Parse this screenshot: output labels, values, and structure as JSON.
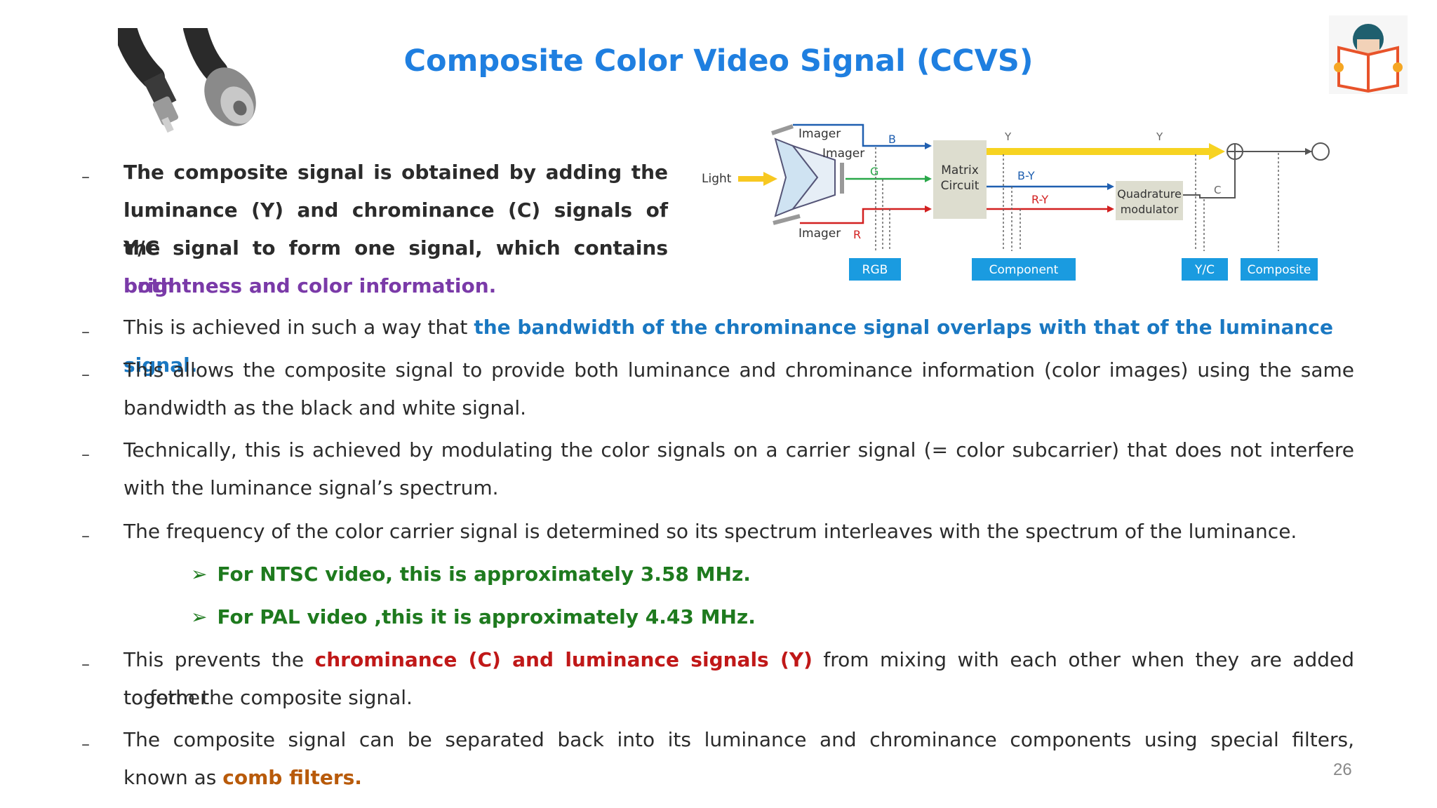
{
  "slide": {
    "title": "Composite Color Video Signal (CCVS)",
    "page_number": "26"
  },
  "icons": {
    "cable": "rca-bnc-cable-image",
    "logo": "reader-book-icon"
  },
  "diagram": {
    "light": "Light",
    "imager1": "Imager",
    "imager2": "Imager",
    "imager3": "Imager",
    "b": "B",
    "g": "G",
    "r": "R",
    "matrix_line1": "Matrix",
    "matrix_line2": "Circuit",
    "y1": "Y",
    "by": "B-Y",
    "ry": "R-Y",
    "quad_line1": "Quadrature",
    "quad_line2": "modulator",
    "y2": "Y",
    "c": "C",
    "rgb": "RGB",
    "component": "Component",
    "yc": "Y/C",
    "composite": "Composite",
    "colors": {
      "label_box": "#1a9be0",
      "y_line": "#f7d321",
      "blue": "#1f5fb0",
      "green": "#2aa84a",
      "red": "#d22020",
      "matrix": "#ddddcf"
    }
  },
  "bullets": {
    "b1": {
      "l1": "The composite signal is obtained by adding the",
      "l2": "luminance (Y) and chrominance (C) signals of the",
      "l3a": "Y/C signal to form one signal, which contains",
      "l3b": "both",
      "l4": "brightness and color information."
    },
    "b2": {
      "a": "This is achieved in such a way that",
      "b": "the bandwidth of the chrominance signal overlaps with that of the luminance signal."
    },
    "b3": {
      "l1": "This allows the composite signal to provide both luminance and chrominance information (color images) using the same",
      "l2": "bandwidth as the black and white signal."
    },
    "b4": {
      "l1": "Technically, this is achieved by modulating the color signals on a carrier signal (= color subcarrier) that does not interfere",
      "l2": "with the luminance signal’s spectrum."
    },
    "b5": {
      "l1": "The frequency of the color carrier signal is determined so its spectrum interleaves with the spectrum of the luminance.",
      "s1": "For NTSC video, this is approximately 3.58 MHz.",
      "s2": "For PAL video ,this it is approximately 4.43 MHz."
    },
    "b6": {
      "a": "This prevents the",
      "b": "chrominance (C) and luminance signals (Y)",
      "c": "from mixing with each other when they are added together",
      "l2": "to form the composite signal."
    },
    "b7": {
      "l1": "The composite signal can be separated back into its luminance and chrominance components using special filters,",
      "a": "known as",
      "b": "comb filters."
    },
    "dash": "–",
    "arrow": "➢"
  }
}
